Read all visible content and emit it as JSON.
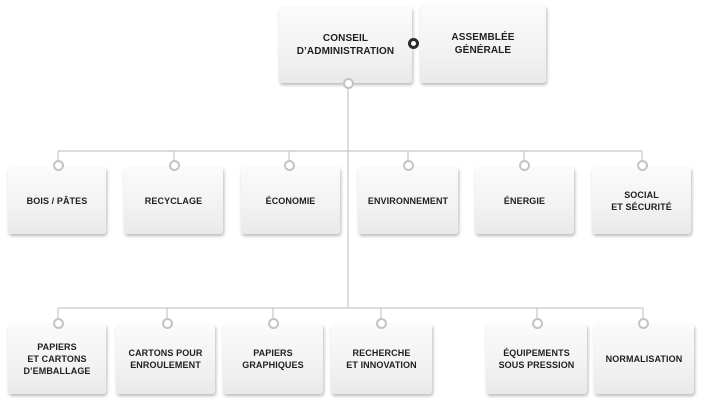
{
  "top": {
    "board": "CONSEIL\nD’ADMINISTRATION",
    "assembly": "ASSEMBLÉE\nGÉNÉRALE"
  },
  "row1": [
    {
      "label": "BOIS / PÂTES"
    },
    {
      "label": "RECYCLAGE"
    },
    {
      "label": "ÉCONOMIE"
    },
    {
      "label": "ENVIRONNEMENT"
    },
    {
      "label": "ÉNERGIE"
    },
    {
      "label": "SOCIAL\nET SÉCURITÉ"
    }
  ],
  "row2": [
    {
      "label": "PAPIERS\nET CARTONS\nD’EMBALLAGE"
    },
    {
      "label": "CARTONS POUR\nENROULEMENT"
    },
    {
      "label": "PAPIERS\nGRAPHIQUES"
    },
    {
      "label": "RECHERCHE\nET INNOVATION"
    },
    {
      "label": "ÉQUIPEMENTS\nSOUS PRESSION"
    },
    {
      "label": "NORMALISATION"
    }
  ],
  "colors": {
    "line": "#c8c8c8",
    "box_text": "#1f1f1f",
    "connector_dark": "#2a2a2a"
  }
}
